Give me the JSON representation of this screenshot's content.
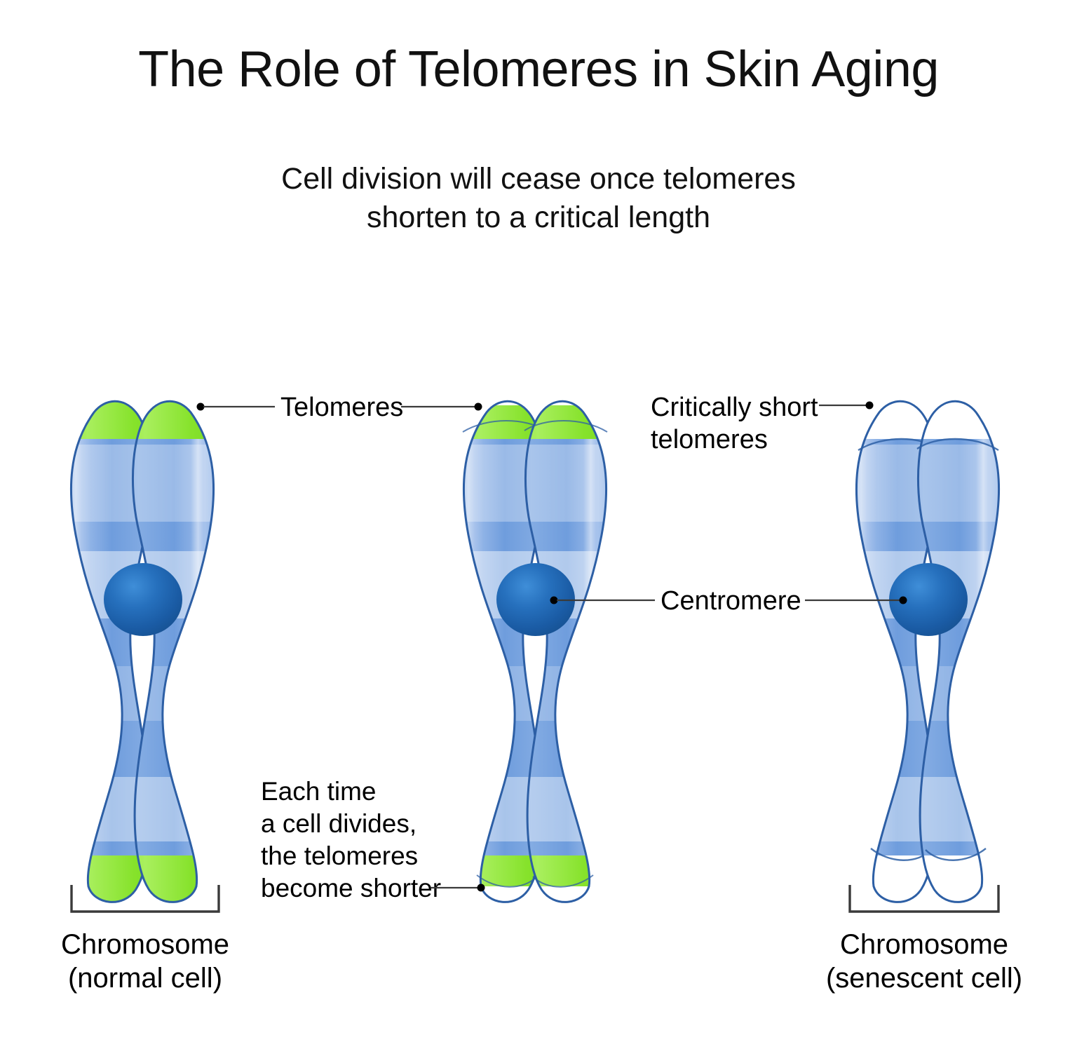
{
  "page": {
    "title": "The Role of Telomeres in Skin Aging",
    "subtitle_line1": "Cell division will cease once telomeres",
    "subtitle_line2": "shorten to a critical length",
    "background": "#ffffff"
  },
  "colors": {
    "telomere_green": "#8ce630",
    "telomere_green_light": "#a9ef5e",
    "chromatid_blue": "#7aa5e0",
    "chromatid_blue_dark": "#5d8ed6",
    "chromatid_band_light": "#b9cdf0",
    "centromere_blue": "#1f5fa8",
    "centromere_blue_light": "#2f7bc9",
    "outline_blue": "#2d5fa5",
    "leader_line": "#3a3a3a",
    "text": "#000000"
  },
  "labels": {
    "telomeres": "Telomeres",
    "critically_short_line1": "Critically short",
    "critically_short_line2": "telomeres",
    "centromere": "Centromere",
    "note_line1": "Each time",
    "note_line2": "a cell divides,",
    "note_line3": "the telomeres",
    "note_line4": "become shorter"
  },
  "captions": {
    "left_line1": "Chromosome",
    "left_line2": "(normal cell)",
    "right_line1": "Chromosome",
    "right_line2": "(senescent cell)"
  },
  "chromosomes": [
    {
      "id": "normal",
      "state": "normal cell",
      "telomere_fill": "full-green",
      "telomere_green_fraction": 1.0,
      "caption_line1": "Chromosome",
      "caption_line2": "(normal cell)",
      "has_bracket": true
    },
    {
      "id": "shortened",
      "state": "dividing cell",
      "telomere_fill": "partial-green",
      "telomere_green_fraction": 0.55,
      "caption_line1": "",
      "caption_line2": "",
      "has_bracket": false
    },
    {
      "id": "senescent",
      "state": "senescent cell",
      "telomere_fill": "empty-white",
      "telomere_green_fraction": 0.0,
      "caption_line1": "Chromosome",
      "caption_line2": "(senescent cell)",
      "has_bracket": true
    }
  ],
  "icons": {
    "leader_dot": "leader-dot-icon",
    "bracket": "measure-bracket-icon"
  }
}
